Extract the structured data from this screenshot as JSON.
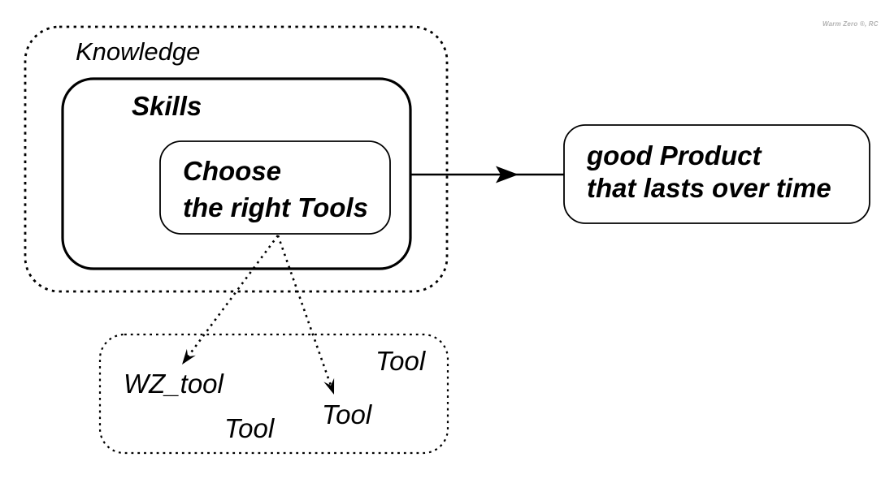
{
  "watermark": "Warm Zero ®, RC",
  "nodes": {
    "knowledge": {
      "label": "Knowledge"
    },
    "skills": {
      "label": "Skills"
    },
    "choose": {
      "label": "Choose\nthe right Tools"
    },
    "product": {
      "label": "good Product\nthat lasts over time"
    },
    "toolbox": {
      "wz_tool": "WZ_tool",
      "tool_a": "Tool",
      "tool_b": "Tool",
      "tool_c": "Tool"
    }
  },
  "edges": [
    {
      "from": "skills",
      "to": "product",
      "style": "solid-arrow"
    },
    {
      "from": "choose",
      "to": "toolbox.wz_tool",
      "style": "dotted-arrow"
    },
    {
      "from": "choose",
      "to": "toolbox.tool_b",
      "style": "dotted-arrow"
    }
  ],
  "colors": {
    "ink": "#000000",
    "background": "#ffffff",
    "watermark_gray": "#b3b3b3"
  }
}
